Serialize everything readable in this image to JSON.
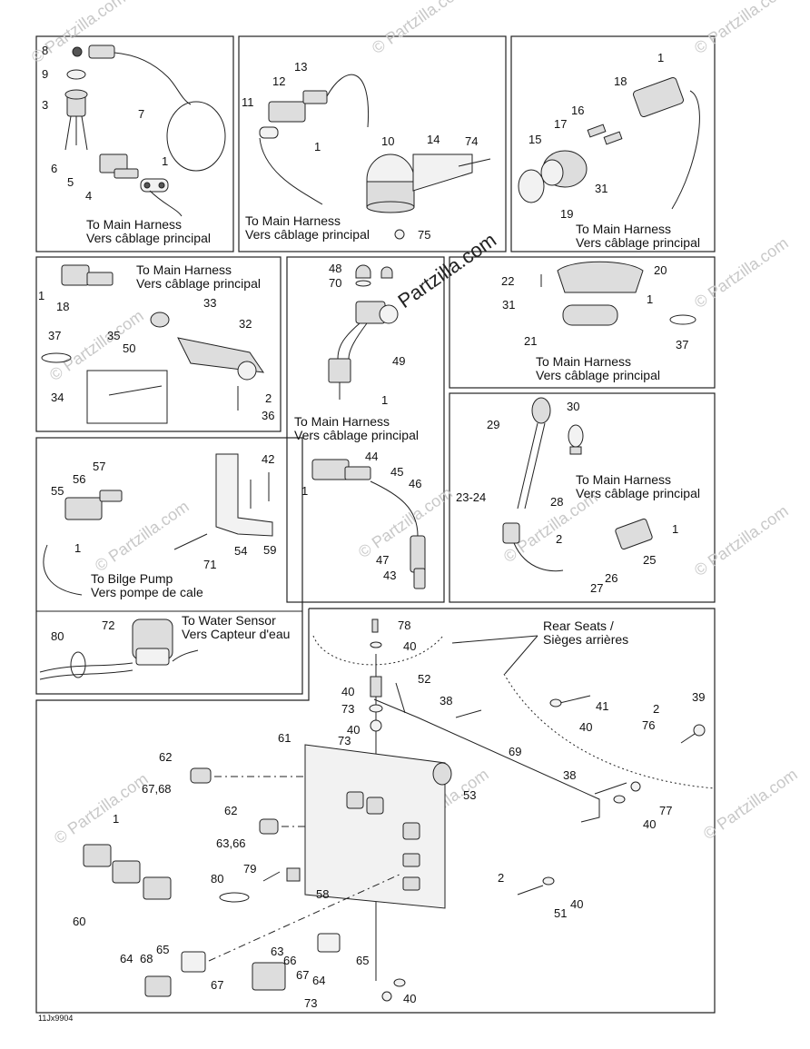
{
  "watermark": "© Partzilla.com",
  "watermark_center": "Partzilla.com",
  "diagram_code": "11Jx9904",
  "callouts": {
    "to_main_harness": "To Main Harness",
    "vers_cablage": "Vers câblage principal",
    "to_bilge_pump": "To Bilge Pump",
    "vers_pompe": "Vers pompe de cale",
    "to_water_sensor": "To Water Sensor",
    "vers_capteur": "Vers Capteur d'eau",
    "rear_seats": "Rear Seats /",
    "sieges": "Sièges arrières"
  },
  "labels": {
    "p1": [
      "8",
      "9",
      "3",
      "7",
      "6",
      "5",
      "1",
      "4"
    ],
    "p2": [
      "13",
      "12",
      "11",
      "1",
      "10",
      "14",
      "74",
      "75"
    ],
    "p3": [
      "1",
      "18",
      "16",
      "17",
      "15",
      "31",
      "19"
    ],
    "p4": [
      "1",
      "18",
      "33",
      "35",
      "50",
      "32",
      "37",
      "34",
      "2",
      "36"
    ],
    "p5": [
      "48",
      "70",
      "49",
      "1"
    ],
    "p6": [
      "22",
      "20",
      "31",
      "1",
      "21",
      "37"
    ],
    "p7": [
      "57",
      "56",
      "55",
      "1",
      "42",
      "54",
      "59",
      "71"
    ],
    "p8": [
      "80",
      "72"
    ],
    "p9": [
      "44",
      "45",
      "46",
      "1",
      "47",
      "43"
    ],
    "p10": [
      "29",
      "30",
      "23-24",
      "28",
      "2",
      "1",
      "25",
      "26",
      "27"
    ],
    "p11": [
      "78",
      "40",
      "52",
      "40",
      "73",
      "38",
      "41",
      "40",
      "2",
      "39",
      "76",
      "61",
      "73",
      "40",
      "69",
      "62",
      "67,68",
      "53",
      "38",
      "77",
      "40",
      "1",
      "62",
      "63,66",
      "79",
      "80",
      "58",
      "2",
      "51",
      "40",
      "60",
      "64",
      "68",
      "65",
      "67",
      "63",
      "66",
      "67",
      "65",
      "64",
      "73",
      "40"
    ]
  }
}
